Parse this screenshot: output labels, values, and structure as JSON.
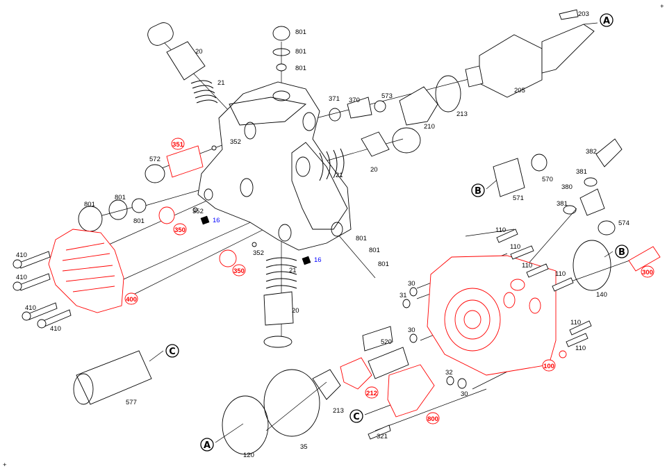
{
  "title": "High pressure pump exploded parts diagram",
  "colors": {
    "highlight": "#ff0000",
    "blue": "#0000ff",
    "line": "#000000"
  },
  "corner_marks": [
    "+",
    "+"
  ],
  "callouts": {
    "A": "A",
    "B": "B",
    "C": "C"
  },
  "labels": [
    {
      "text": "801"
    },
    {
      "text": "801"
    },
    {
      "text": "801"
    },
    {
      "text": "20"
    },
    {
      "text": "21"
    },
    {
      "text": "203"
    },
    {
      "text": "205"
    },
    {
      "text": "213"
    },
    {
      "text": "210"
    },
    {
      "text": "371"
    },
    {
      "text": "370"
    },
    {
      "text": "573"
    },
    {
      "text": "352"
    },
    {
      "text": "351",
      "highlight": true
    },
    {
      "text": "572"
    },
    {
      "text": "20"
    },
    {
      "text": "21"
    },
    {
      "text": "382"
    },
    {
      "text": "381"
    },
    {
      "text": "380"
    },
    {
      "text": "570"
    },
    {
      "text": "571"
    },
    {
      "text": "381"
    },
    {
      "text": "574"
    },
    {
      "text": "801"
    },
    {
      "text": "801"
    },
    {
      "text": "801"
    },
    {
      "text": "352"
    },
    {
      "text": "350",
      "highlight": true
    },
    {
      "text": "16",
      "blue": true
    },
    {
      "text": "410"
    },
    {
      "text": "410"
    },
    {
      "text": "410"
    },
    {
      "text": "410"
    },
    {
      "text": "400",
      "highlight": true
    },
    {
      "text": "352"
    },
    {
      "text": "350",
      "highlight": true
    },
    {
      "text": "16",
      "blue": true
    },
    {
      "text": "21"
    },
    {
      "text": "20"
    },
    {
      "text": "801"
    },
    {
      "text": "801"
    },
    {
      "text": "801"
    },
    {
      "text": "110"
    },
    {
      "text": "110"
    },
    {
      "text": "110"
    },
    {
      "text": "110"
    },
    {
      "text": "30"
    },
    {
      "text": "31"
    },
    {
      "text": "140"
    },
    {
      "text": "300",
      "highlight": true
    },
    {
      "text": "30"
    },
    {
      "text": "520"
    },
    {
      "text": "110"
    },
    {
      "text": "110"
    },
    {
      "text": "100",
      "highlight": true
    },
    {
      "text": "32"
    },
    {
      "text": "30"
    },
    {
      "text": "212",
      "highlight": true
    },
    {
      "text": "213"
    },
    {
      "text": "800",
      "highlight": true
    },
    {
      "text": "321"
    },
    {
      "text": "577"
    },
    {
      "text": "120"
    },
    {
      "text": "35"
    }
  ]
}
